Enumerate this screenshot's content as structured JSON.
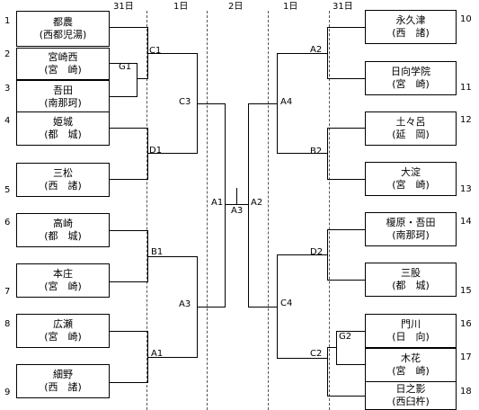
{
  "day_headers": [
    "31日",
    "1日",
    "2日",
    "1日",
    "31日"
  ],
  "left_teams": [
    {
      "num": "1",
      "name": "都農",
      "sub": "(西都児湯)"
    },
    {
      "num": "2",
      "name": "宮崎西",
      "sub": "(宮　崎)"
    },
    {
      "num": "3",
      "name": "吾田",
      "sub": "(南那珂)"
    },
    {
      "num": "4",
      "name": "姫城",
      "sub": "(都　城)"
    },
    {
      "num": "5",
      "name": "三松",
      "sub": "(西　諸)"
    },
    {
      "num": "6",
      "name": "高崎",
      "sub": "(都　城)"
    },
    {
      "num": "7",
      "name": "本庄",
      "sub": "(宮　崎)"
    },
    {
      "num": "8",
      "name": "広瀬",
      "sub": "(宮　崎)"
    },
    {
      "num": "9",
      "name": "細野",
      "sub": "(西　諸)"
    }
  ],
  "right_teams": [
    {
      "num": "10",
      "name": "永久津",
      "sub": "(西　諸)"
    },
    {
      "num": "11",
      "name": "日向学院",
      "sub": "(宮　崎)"
    },
    {
      "num": "12",
      "name": "土々呂",
      "sub": "(延　岡)"
    },
    {
      "num": "13",
      "name": "大淀",
      "sub": "(宮　崎)"
    },
    {
      "num": "14",
      "name": "榎原・吾田",
      "sub": "(南那珂)"
    },
    {
      "num": "15",
      "name": "三股",
      "sub": "(都　城)"
    },
    {
      "num": "16",
      "name": "門川",
      "sub": "(日　向)"
    },
    {
      "num": "17",
      "name": "木花",
      "sub": "(宮　崎)"
    },
    {
      "num": "18",
      "name": "日之影",
      "sub": "(西臼杵)"
    }
  ],
  "match_labels": {
    "g1": "G1",
    "c1": "C1",
    "c3": "C3",
    "d1": "D1",
    "b1": "B1",
    "a3_left": "A3",
    "a1_left": "A1",
    "a1_final": "A1",
    "a3_final": "A3",
    "a2_final": "A2",
    "a2_right": "A2",
    "a4": "A4",
    "b2": "B2",
    "d2": "D2",
    "c4": "C4",
    "g2": "G2",
    "c2": "C2"
  }
}
